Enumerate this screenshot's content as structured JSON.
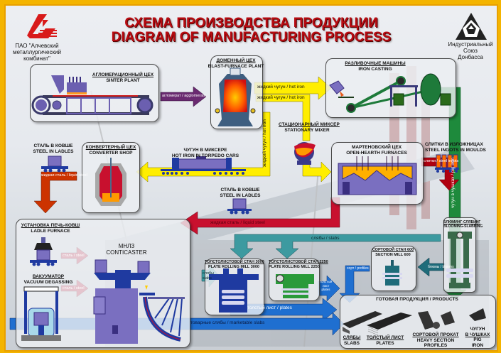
{
  "header": {
    "title_ru": "СХЕМА ПРОИЗВОДСТВА ПРОДУКЦИИ",
    "title_en": "DIAGRAM OF MANUFACTURING PROCESS"
  },
  "logos": {
    "left": {
      "line1": "ПАО \"Алчевский",
      "line2": "металлургический",
      "line3": "комбинат\""
    },
    "right": {
      "line1": "Индустриальный",
      "line2": "Союз",
      "line3": "Донбасса"
    }
  },
  "units": {
    "sinter": {
      "ru": "АГЛОМЕРАЦИОННЫЙ ЦЕХ",
      "en": "SINTER PLANT"
    },
    "blast": {
      "ru": "ДОМЕННЫЙ ЦЕХ",
      "en": "BLAST-FURNACE PLANT"
    },
    "casting": {
      "ru": "РАЗЛИВОЧНЫЕ МАШИНЫ",
      "en": "IRON CASTING"
    },
    "mixer": {
      "ru": "СТАЦИОНАРНЫЙ МИКСЕР",
      "en": "STATIONARY MIXER"
    },
    "converter": {
      "ru": "КОНВЕРТЕРНЫЙ ЦЕХ",
      "en": "CONVERTER SHOP"
    },
    "ladles_left": {
      "ru": "СТАЛЬ В КОВШЕ",
      "en": "STEEL IN LADLES"
    },
    "torpedo": {
      "ru": "ЧУГУН В МИКСЕРЕ",
      "en": "HOT IRON IN TORPEDO CARS"
    },
    "ladles_mid": {
      "ru": "СТАЛЬ В КОВШЕ",
      "en": "STEEL IN LADLES"
    },
    "openhearth": {
      "ru": "МАРТЕНОВСКИЙ ЦЕХ",
      "en": "OPEN-HEARTH FURNACES"
    },
    "ingots": {
      "ru": "СЛИТКИ В ИЗЛОЖНИЦАХ",
      "en": "STEEL INGOTS IN MOULDS"
    },
    "ladle_furnace": {
      "ru": "УСТАНОВКА ПЕЧЬ-КОВШ",
      "en": "LADLE FURNACE"
    },
    "vacuum": {
      "ru": "ВАКУУМАТОР",
      "en": "VACUUM DEGASSING"
    },
    "conticaster": {
      "ru": "МНЛЗ",
      "en": "CONTICASTER"
    },
    "mill3000": {
      "ru": "ТОЛСТОЛИСТОВОЙ СТАН 3000",
      "en": "PLATE ROLLING MILL 3000"
    },
    "mill2250": {
      "ru": "ТОЛСТОЛИСТОВОЙ СТАН 2250",
      "en": "PLATE ROLLING MILL 2250"
    },
    "mill600": {
      "ru": "СОРТОВОЙ СТАН 600",
      "en": "SECTION MILL 600"
    },
    "blooming": {
      "ru": "БЛЮМИНГ-СЛЯБИНГ",
      "en": "BLOOMING-SLABBING"
    }
  },
  "flows": {
    "agglomerate": "агломерат / agglomerate",
    "hot_iron_1": "жидкий чугун / hot iron",
    "hot_iron_2": "жидкий чугун / hot iron",
    "hot_iron_vertical": "жидкий чугун / hot iron",
    "liquid_steel_left": "жидкая сталь / liquid steel",
    "liquid_steel_mid": "жидкая сталь / liquid steel",
    "steel_1": "сталь / steel",
    "steel_2": "сталь / steel",
    "slabs_top": "слябы / slabs",
    "slabs_caster_ru": "слябы",
    "slabs_caster_en": "slabs",
    "ingots": "слитки / steel ingots",
    "blooms": "блюмы / blooms",
    "profiles": "сорт / profiles",
    "plates_small_ru1": "толстый",
    "plates_small_ru2": "лист",
    "plates_small_en": "plates",
    "plates": "толстый лист / plates",
    "marketable_slabs": "товарные слябы / marketable slabs",
    "pig_iron": "чугун в чушках / pig iron"
  },
  "products": {
    "title": "ГОТОВАЯ ПРОДУКЦИЯ / PRODUCTS",
    "items": [
      {
        "ru": "СЛЯБЫ",
        "en": "SLABS"
      },
      {
        "ru": "ТОЛСТЫЙ ЛИСТ",
        "en": "PLATES"
      },
      {
        "ru": "СОРТОВОЙ ПРОКАТ",
        "en": "HEAVY SECTION",
        "en2": "PROFILES"
      },
      {
        "ru": "ЧУГУН",
        "ru2": "В ЧУШКАХ",
        "en": "PIG",
        "en2": "IRON"
      }
    ]
  },
  "colors": {
    "title": "#b80c12",
    "frame": "#f4b400",
    "hot_iron": "#ffee00",
    "agglomerate": "#6a2a70",
    "liquid_steel": "#c8102e",
    "converter_steel": "#cc3300",
    "slabs": "#3d9aa0",
    "plates": "#1f6fd0",
    "pig_iron": "#1e8a3c",
    "ingots": "#b00010",
    "equipment": "#7a6fc0"
  }
}
